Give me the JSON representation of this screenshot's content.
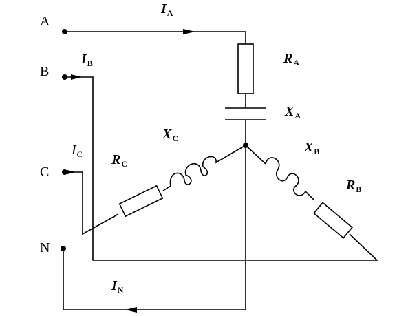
{
  "terminals": {
    "a": "A",
    "b": "B",
    "c": "C",
    "n": "N"
  },
  "currents": {
    "ia": {
      "sym": "I",
      "sub": "A"
    },
    "ib": {
      "sym": "I",
      "sub": "B"
    },
    "ic": {
      "sym": "I",
      "sub": "C"
    },
    "in": {
      "sym": "I",
      "sub": "N"
    }
  },
  "components": {
    "ra": {
      "sym": "R",
      "sub": "A"
    },
    "xa": {
      "sym": "X",
      "sub": "A"
    },
    "xb": {
      "sym": "X",
      "sub": "B"
    },
    "rb": {
      "sym": "R",
      "sub": "B"
    },
    "xc": {
      "sym": "X",
      "sub": "C"
    },
    "rc": {
      "sym": "R",
      "sub": "C"
    }
  }
}
